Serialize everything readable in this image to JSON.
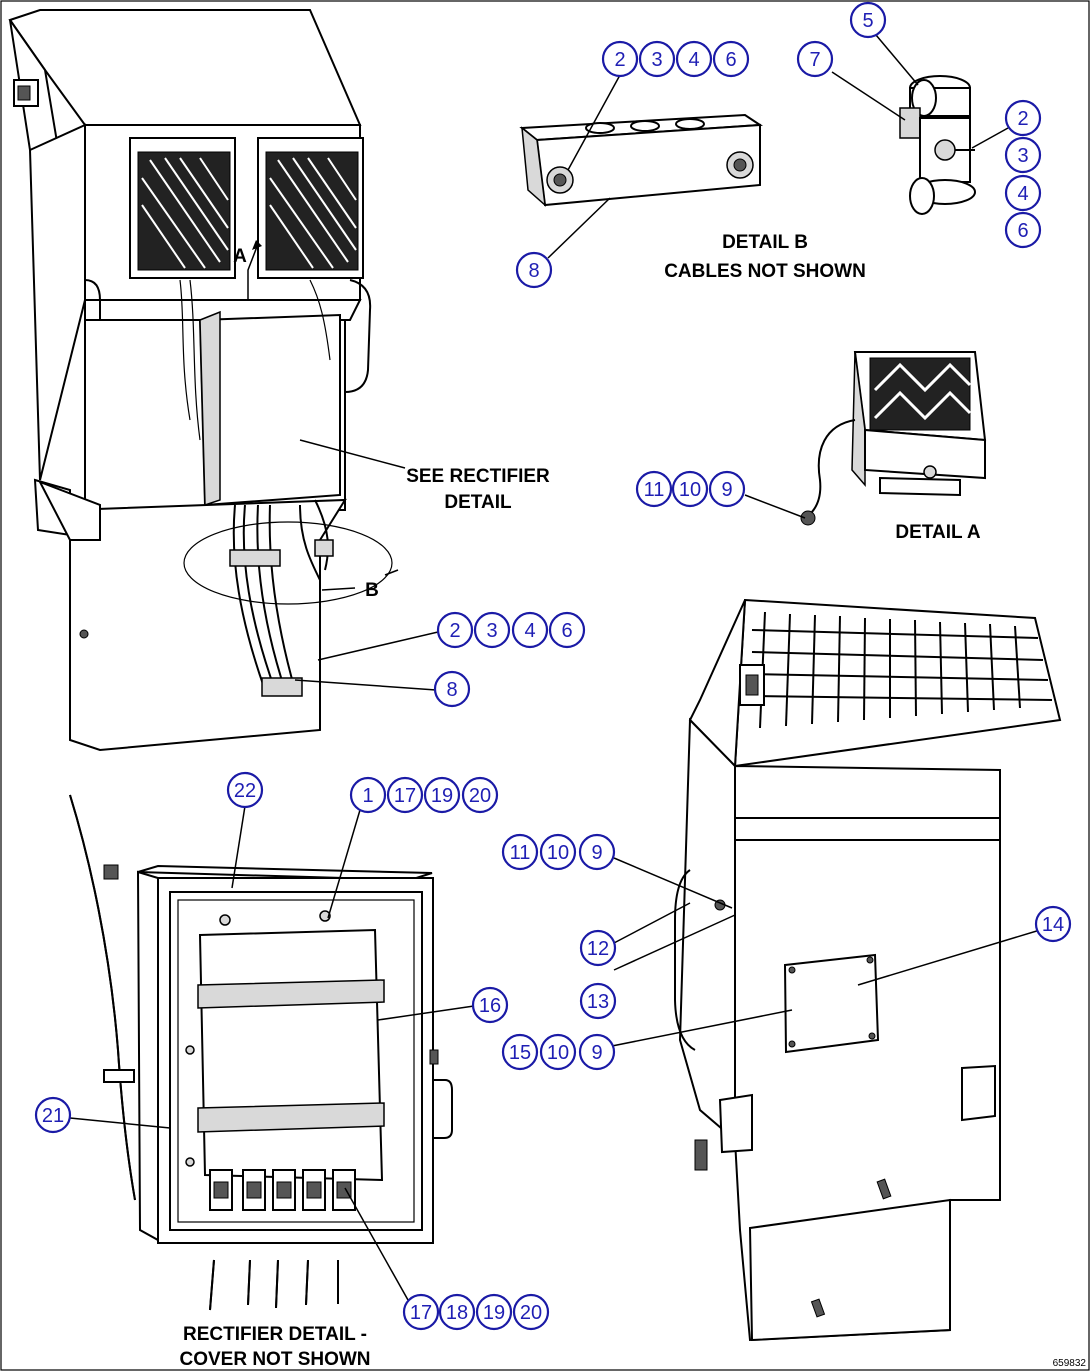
{
  "captions": {
    "detail_b_line1": "DETAIL B",
    "detail_b_line2": "CABLES NOT SHOWN",
    "detail_a": "DETAIL A",
    "see_rectifier_line1": "SEE RECTIFIER",
    "see_rectifier_line2": "DETAIL",
    "rectifier_line1": "RECTIFIER DETAIL -",
    "rectifier_line2": "COVER NOT SHOWN",
    "drawing_number": "659832"
  },
  "view_labels": {
    "a": "A",
    "b": "B"
  },
  "callouts": [
    {
      "id": "c1",
      "label": "2"
    },
    {
      "id": "c2",
      "label": "3"
    },
    {
      "id": "c3",
      "label": "4"
    },
    {
      "id": "c4",
      "label": "6"
    },
    {
      "id": "c5",
      "label": "8"
    },
    {
      "id": "c6",
      "label": "5"
    },
    {
      "id": "c7",
      "label": "7"
    },
    {
      "id": "c8",
      "label": "2"
    },
    {
      "id": "c9",
      "label": "3"
    },
    {
      "id": "c10",
      "label": "4"
    },
    {
      "id": "c11",
      "label": "6"
    },
    {
      "id": "c12",
      "label": "11"
    },
    {
      "id": "c13",
      "label": "10"
    },
    {
      "id": "c14",
      "label": "9"
    },
    {
      "id": "c15",
      "label": "2"
    },
    {
      "id": "c16",
      "label": "3"
    },
    {
      "id": "c17",
      "label": "4"
    },
    {
      "id": "c18",
      "label": "6"
    },
    {
      "id": "c19",
      "label": "8"
    },
    {
      "id": "c20",
      "label": "22"
    },
    {
      "id": "c21",
      "label": "1"
    },
    {
      "id": "c22",
      "label": "17"
    },
    {
      "id": "c23",
      "label": "19"
    },
    {
      "id": "c24",
      "label": "20"
    },
    {
      "id": "c25",
      "label": "16"
    },
    {
      "id": "c26",
      "label": "21"
    },
    {
      "id": "c27",
      "label": "17"
    },
    {
      "id": "c28",
      "label": "18"
    },
    {
      "id": "c29",
      "label": "19"
    },
    {
      "id": "c30",
      "label": "20"
    },
    {
      "id": "c31",
      "label": "11"
    },
    {
      "id": "c32",
      "label": "10"
    },
    {
      "id": "c33",
      "label": "9"
    },
    {
      "id": "c34",
      "label": "12"
    },
    {
      "id": "c35",
      "label": "13"
    },
    {
      "id": "c36",
      "label": "14"
    },
    {
      "id": "c37",
      "label": "15"
    },
    {
      "id": "c38",
      "label": "10"
    },
    {
      "id": "c39",
      "label": "9"
    }
  ]
}
